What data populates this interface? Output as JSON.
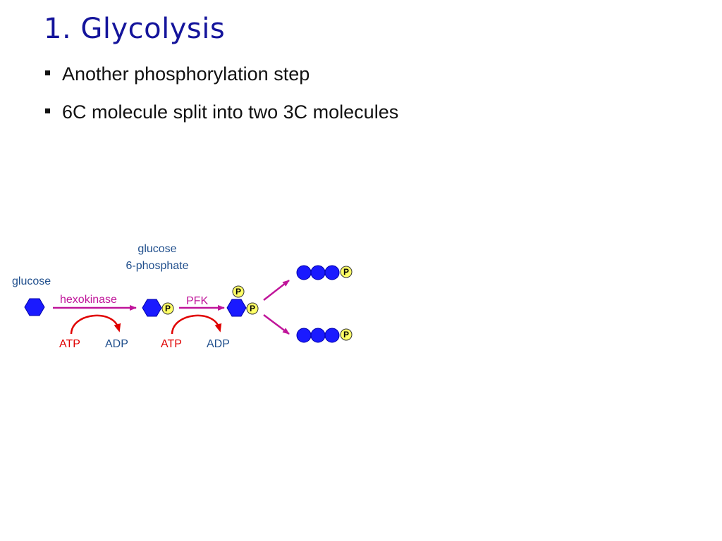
{
  "slide": {
    "title": "1. Glycolysis",
    "bullets": [
      "Another phosphorylation step",
      "6C molecule split into two 3C molecules"
    ]
  },
  "diagram": {
    "labels": {
      "glucose": "glucose",
      "g6p_line1": "glucose",
      "g6p_line2": "6-phosphate",
      "enzyme1": "hexokinase",
      "enzyme2": "PFK",
      "atp1": "ATP",
      "adp1": "ADP",
      "atp2": "ATP",
      "adp2": "ADP",
      "phosphate": "P"
    },
    "colors": {
      "molecule": "#1a1aff",
      "phosphate": "#ffff66",
      "reaction_arrow": "#c0159a",
      "energy_arrow": "#e00000",
      "label": "#1f4e8c"
    }
  }
}
